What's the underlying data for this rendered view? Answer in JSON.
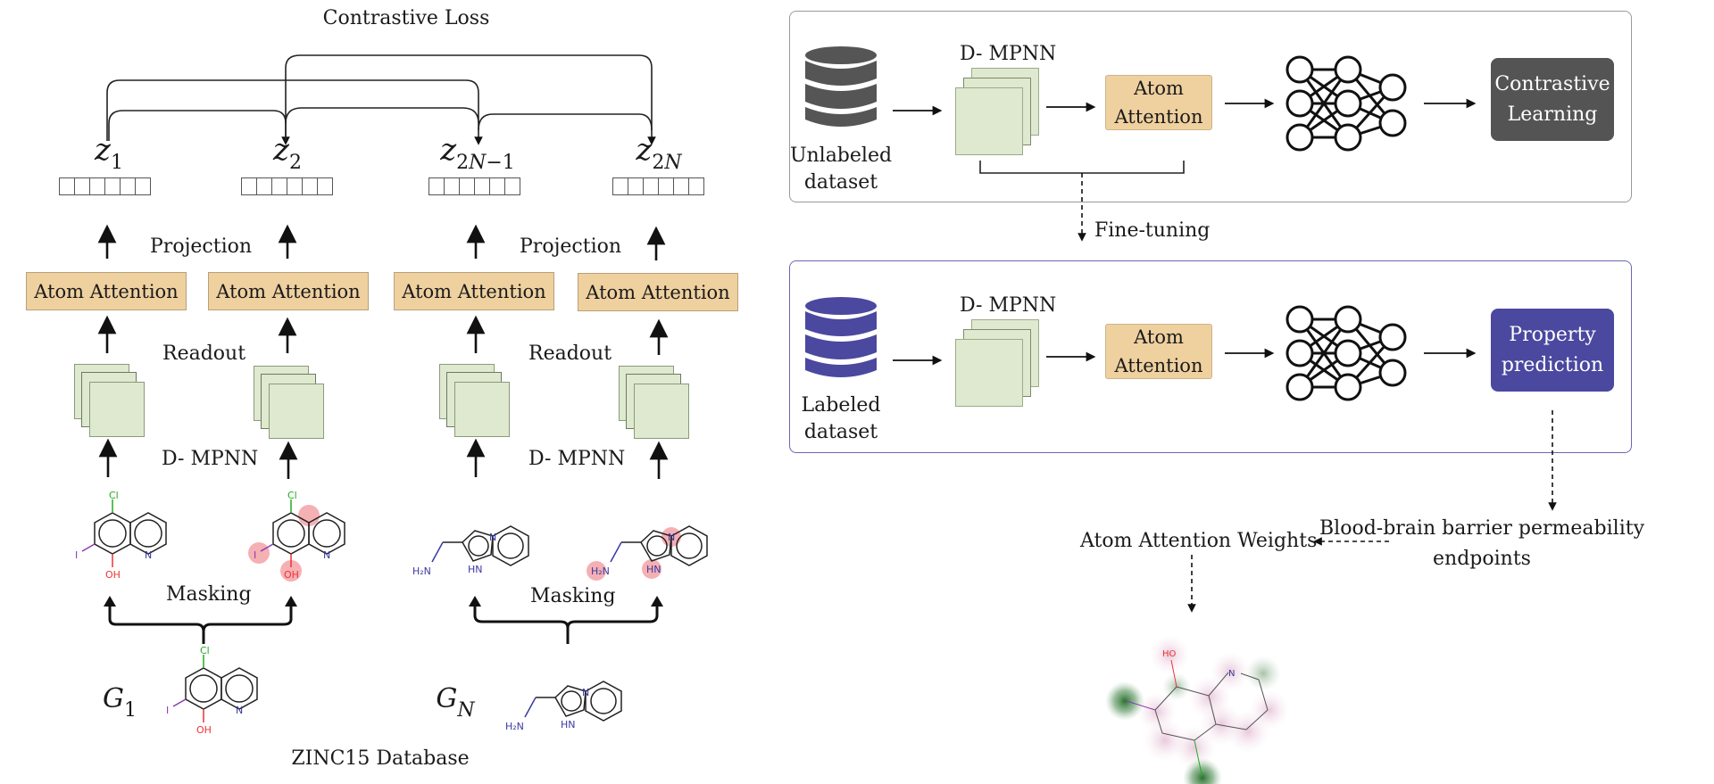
{
  "left": {
    "title": "Contrastive Loss",
    "embeddings": [
      {
        "base": "z",
        "sub": "1",
        "sub_italic": ""
      },
      {
        "base": "z",
        "sub": "2",
        "sub_italic": ""
      },
      {
        "base": "z",
        "sub": "2",
        "sub_italic": "N",
        "sub_tail": "−1"
      },
      {
        "base": "z",
        "sub": "2",
        "sub_italic": "N",
        "sub_tail": ""
      }
    ],
    "vector_cells": 6,
    "projection_label": "Projection",
    "atom_attention_label": "Atom Attention",
    "readout_label": "Readout",
    "dmpnn_label": "D- MPNN",
    "masking_label": "Masking",
    "graph_labels": [
      {
        "base": "G",
        "sub": "1"
      },
      {
        "base": "G",
        "sub": "N"
      }
    ],
    "database_label": "ZINC15 Database",
    "molecules": {
      "quinoline_atoms": {
        "cl": "Cl",
        "i": "I",
        "oh": "OH",
        "n": "N"
      },
      "imidazopyridine_atoms": {
        "nh2": "H₂N",
        "hn": "HN",
        "n": "N"
      }
    }
  },
  "right": {
    "pretrain": {
      "dataset_label_line1": "Unlabeled",
      "dataset_label_line2": "dataset",
      "dmpnn_label": "D- MPNN",
      "atom_attention_line1": "Atom",
      "atom_attention_line2": "Attention",
      "output_line1": "Contrastive",
      "output_line2": "Learning"
    },
    "finetune_label": "Fine-tuning",
    "finetune": {
      "dataset_label_line1": "Labeled",
      "dataset_label_line2": "dataset",
      "dmpnn_label": "D- MPNN",
      "atom_attention_line1": "Atom",
      "atom_attention_line2": "Attention",
      "output_line1": "Property",
      "output_line2": "prediction"
    },
    "endpoint_line1": "Blood-brain barrier permeability",
    "endpoint_line2": "endpoints",
    "weights_label": "Atom Attention Weights",
    "heatmap_atoms": {
      "ho": "HO",
      "n": "N"
    }
  },
  "colors": {
    "atom_attention": "#efd09f",
    "mpnn_layer": "#dfe9cf",
    "contrastive_box": "#545454",
    "property_box": "#4b48a0",
    "pretrain_db": "#555555",
    "finetune_db": "#4b48a0",
    "mask_highlight": "#f4a3a8",
    "positive_weight": "#2f7a34",
    "negative_weight": "#c98ab0"
  }
}
